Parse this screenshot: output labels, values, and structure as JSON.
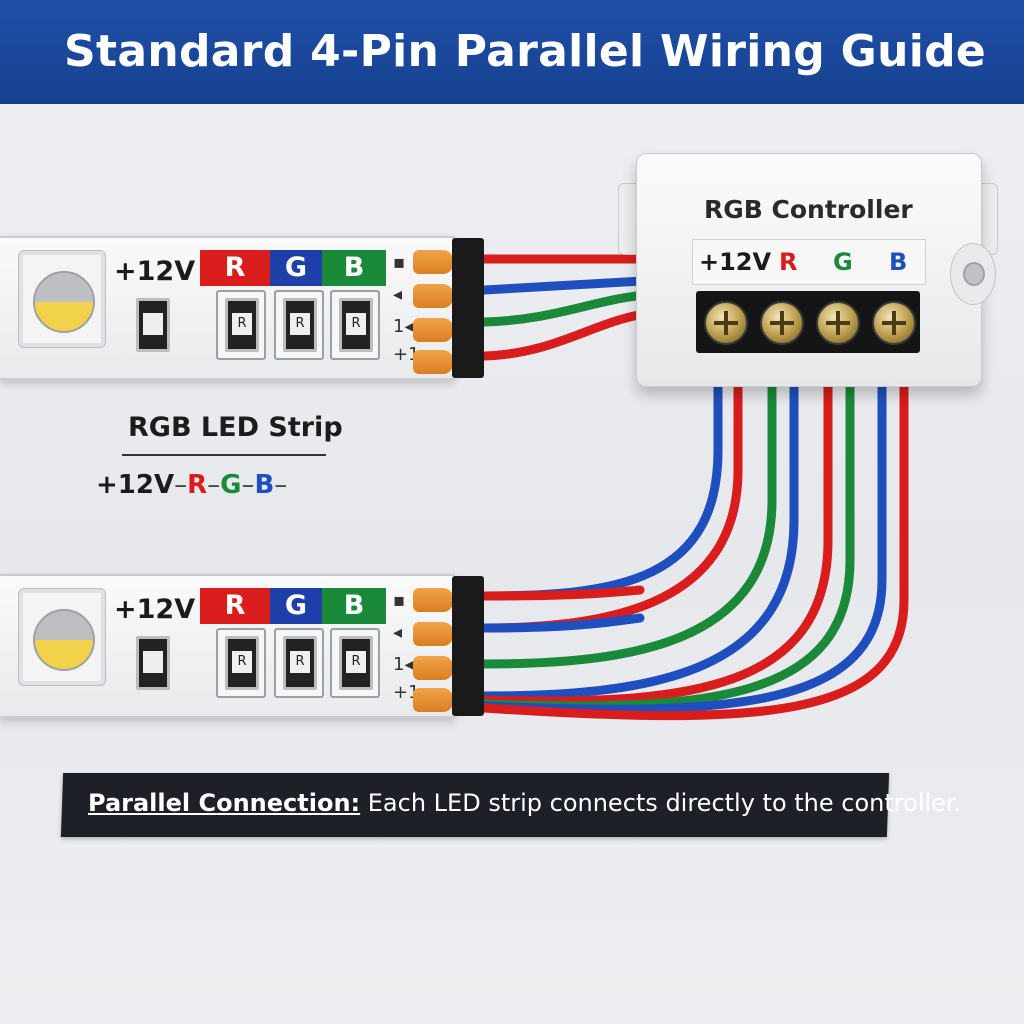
{
  "title": "Standard 4-Pin Parallel Wiring Guide",
  "controller": {
    "label": "RGB Controller",
    "terminals": [
      {
        "text": "+12V",
        "color": "#1b1b1b"
      },
      {
        "text": "R",
        "color": "#d91d1d"
      },
      {
        "text": "G",
        "color": "#1a8a3a"
      },
      {
        "text": "B",
        "color": "#1f4fbf"
      }
    ]
  },
  "strip": {
    "voltage_label": "+12V",
    "channel_labels": [
      "R",
      "G",
      "B"
    ],
    "resistor_marks": [
      "R",
      "R",
      "R"
    ],
    "side_marks": [
      "▪",
      "◂",
      "1◂",
      "+1"
    ]
  },
  "legend": {
    "title": "RGB LED Strip",
    "v12": "+12V",
    "r": "R",
    "g": "G",
    "b": "B",
    "sep": "–"
  },
  "note": {
    "key": "Parallel Connection:",
    "text": " Each LED strip connects directly to the controller."
  },
  "colors": {
    "banner": "#1e4fa8",
    "red_wire": "#d91d1d",
    "blue_wire": "#1f4fbf",
    "green_wire": "#1a8a3a"
  }
}
